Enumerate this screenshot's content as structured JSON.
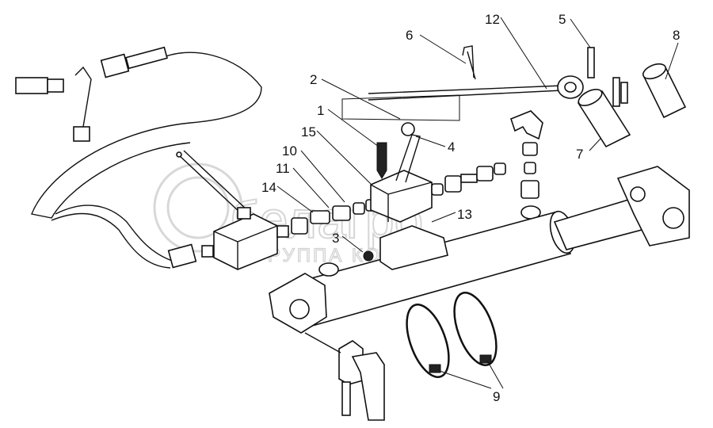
{
  "diagram": {
    "title": "Hydraulic cylinder assembly exploded view",
    "watermark": {
      "brand": "белагро",
      "subtitle": "ГРУППА КОМПАНИЙ"
    },
    "callouts": [
      "1",
      "2",
      "3",
      "4",
      "5",
      "6",
      "7",
      "8",
      "9",
      "10",
      "11",
      "12",
      "13",
      "14",
      "15"
    ]
  }
}
